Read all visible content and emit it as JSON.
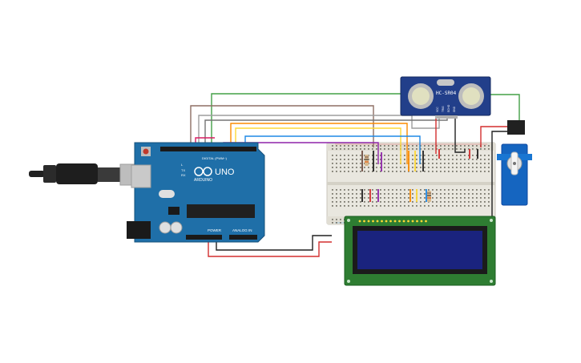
{
  "arduino": {
    "brand": "ARDUINO",
    "model": "UNO",
    "digital_label": "DIGITAL (PWM~)",
    "power_label": "POWER",
    "analog_label": "ANALOG IN",
    "tx_label": "TX",
    "rx_label": "RX",
    "l_label": "L"
  },
  "sensor": {
    "model": "HC-SR04",
    "pins": [
      "VCC",
      "TRIG",
      "ECHO",
      "GND"
    ]
  },
  "colors": {
    "board": "#1f6fa8",
    "sensor_board": "#223f8a",
    "breadboard": "#e8e6df",
    "lcd_pcb": "#2e7d32",
    "lcd_screen": "#1a237e",
    "servo": "#1565c0",
    "wire_red": "#d32f2f",
    "wire_black": "#212121",
    "wire_green": "#43a047",
    "wire_brown": "#8d6e63",
    "wire_purple": "#8e24aa",
    "wire_orange": "#fb8c00",
    "wire_yellow": "#fdd835",
    "wire_blue": "#1e88e5"
  },
  "icons": [
    "usb-cable-icon",
    "arduino-logo-icon",
    "reset-button-icon"
  ]
}
